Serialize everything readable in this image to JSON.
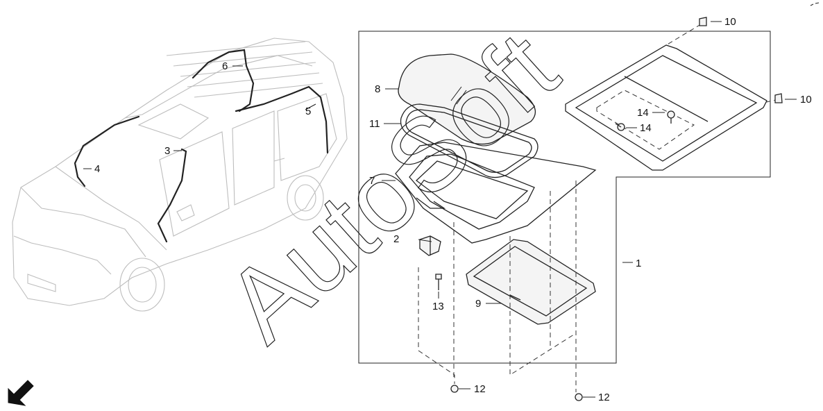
{
  "watermark": "AutoSoft",
  "callouts": {
    "c1": "1",
    "c2": "2",
    "c3": "3",
    "c4": "4",
    "c5": "5",
    "c6": "6",
    "c7": "7",
    "c8": "8",
    "c9": "9",
    "c10a": "10",
    "c10b": "10",
    "c11": "11",
    "c12a": "12",
    "c12b": "12",
    "c13": "13",
    "c14a": "14",
    "c14b": "14"
  },
  "colors": {
    "ink": "#222222",
    "vehicle_outline": "#bdbdbd",
    "background": "#ffffff"
  },
  "icons": {
    "direction": "front-direction-arrow-icon"
  }
}
